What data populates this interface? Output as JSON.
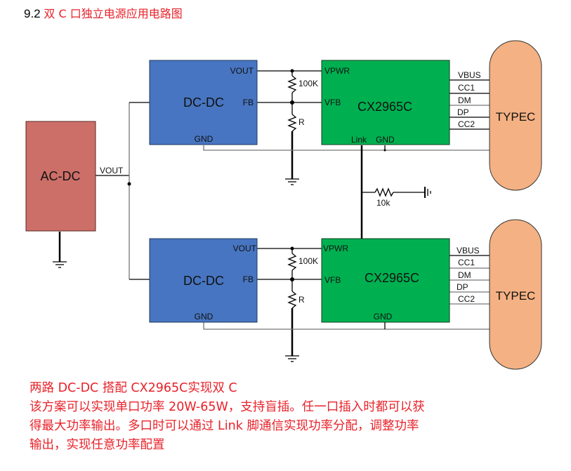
{
  "heading": {
    "number": "9.2",
    "title": "双 C 口独立电源应用电路图"
  },
  "diagram": {
    "acdc": {
      "label": "AC-DC",
      "vout_label": "VOUT",
      "color": "#cc6f68"
    },
    "dcdc_top": {
      "label": "DC-DC",
      "pins": {
        "vout": "VOUT",
        "fb": "FB",
        "gnd": "GND"
      },
      "color": "#4775c1"
    },
    "dcdc_bottom": {
      "label": "DC-DC",
      "pins": {
        "vout": "VOUT",
        "fb": "FB",
        "gnd": "GND"
      },
      "color": "#4775c1"
    },
    "chip_top": {
      "label": "CX2965C",
      "pins": {
        "vpwr": "VPWR",
        "vfb": "VFB",
        "link": "Link",
        "gnd": "GND"
      },
      "color": "#00b050"
    },
    "chip_bottom": {
      "label": "CX2965C",
      "pins": {
        "vpwr": "VPWR",
        "vfb": "VFB",
        "gnd": "GND"
      },
      "color": "#00b050"
    },
    "typec_top": {
      "label": "TYPEC",
      "color": "#f4b183"
    },
    "typec_bottom": {
      "label": "TYPEC",
      "color": "#f4b183"
    },
    "signals": [
      "VBUS",
      "CC1",
      "DM",
      "DP",
      "CC2"
    ],
    "resistors": {
      "upper": "100K",
      "lower": "R",
      "link_pulldown": "10k"
    }
  },
  "description": {
    "line1": "两路  DC-DC 搭配 CX2965C实现双 C",
    "line2": "该方案可以实现单口功率  20W-65W，支持盲插。任一口插入时都可以获",
    "line3": "得最大功率输出。多口时可以通过  Link 脚通信实现功率分配，调整功率",
    "line4": "输出，实现任意功率配置"
  }
}
